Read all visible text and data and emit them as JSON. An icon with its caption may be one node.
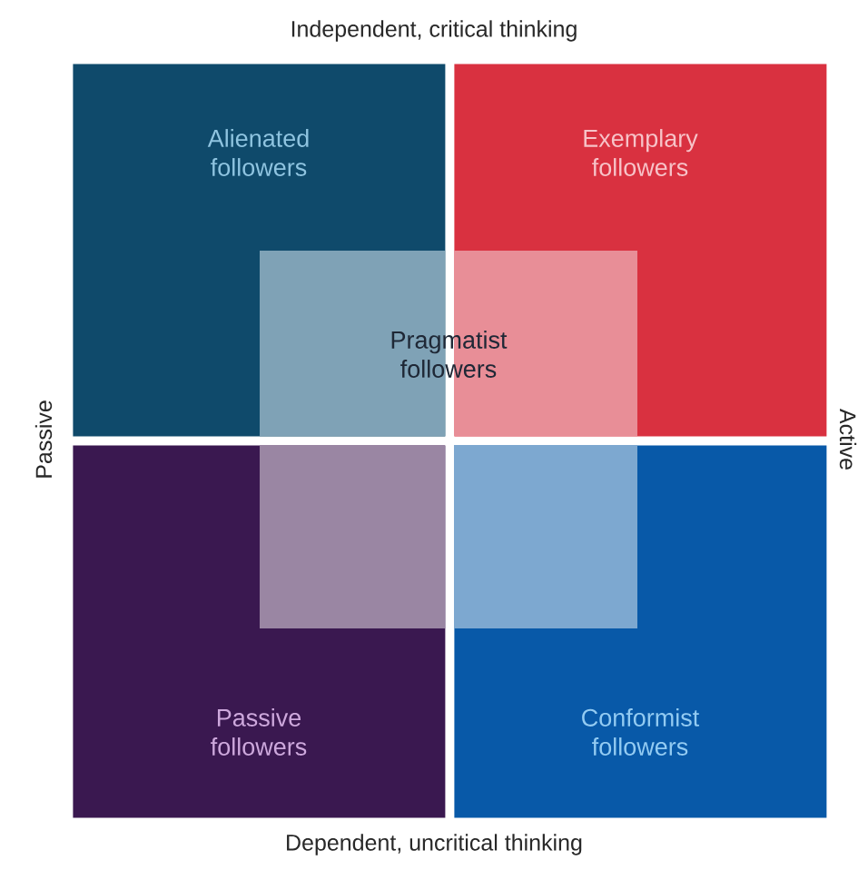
{
  "diagram": {
    "nodes": [
      {
        "text": [
          "Alienated followers"
        ]
      },
      {
        "text": [
          "Exemplary followers"
        ]
      },
      {
        "text": [
          "Pragmatist followers"
        ]
      },
      {
        "text": [
          "Passive followers"
        ]
      },
      {
        "text": [
          "Conformist followers"
        ]
      }
    ],
    "labels": [
      "Independent, critical thinking",
      "Passive",
      "Active",
      "Dependent, uncritical thinking"
    ]
  }
}
